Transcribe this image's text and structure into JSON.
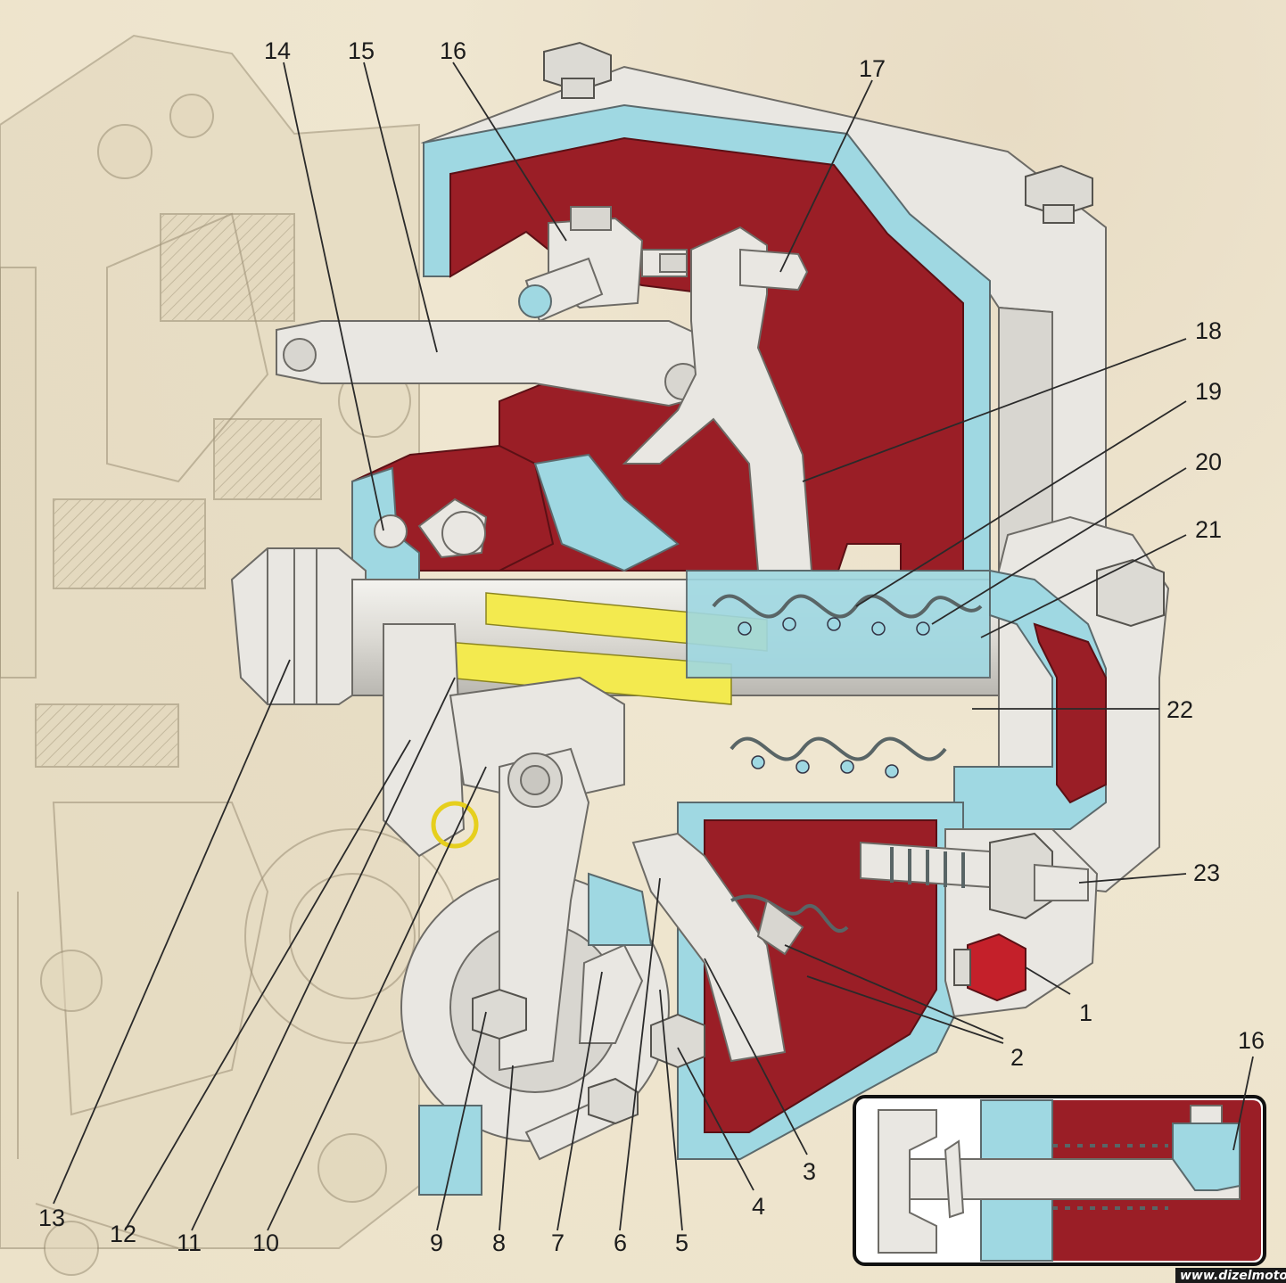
{
  "diagram": {
    "callouts": [
      {
        "id": "1",
        "text": "1"
      },
      {
        "id": "2",
        "text": "2"
      },
      {
        "id": "3",
        "text": "3"
      },
      {
        "id": "4",
        "text": "4"
      },
      {
        "id": "5",
        "text": "5"
      },
      {
        "id": "6",
        "text": "6"
      },
      {
        "id": "7",
        "text": "7"
      },
      {
        "id": "8",
        "text": "8"
      },
      {
        "id": "9",
        "text": "9"
      },
      {
        "id": "10",
        "text": "10"
      },
      {
        "id": "11",
        "text": "11"
      },
      {
        "id": "12",
        "text": "12"
      },
      {
        "id": "13",
        "text": "13"
      },
      {
        "id": "14",
        "text": "14"
      },
      {
        "id": "15",
        "text": "15"
      },
      {
        "id": "16",
        "text": "16"
      },
      {
        "id": "17",
        "text": "17"
      },
      {
        "id": "18",
        "text": "18"
      },
      {
        "id": "19",
        "text": "19"
      },
      {
        "id": "20",
        "text": "20"
      },
      {
        "id": "21",
        "text": "21"
      },
      {
        "id": "22",
        "text": "22"
      },
      {
        "id": "23",
        "text": "23"
      }
    ],
    "inset": {
      "callout": "16"
    },
    "watermark": "www.dizelmotor.in",
    "colors": {
      "section_cut": "#9fd8e2",
      "housing_interior": "#9a1e26",
      "metal": "#e9e7e2",
      "highlight_channel": "#f3ea4f",
      "background": "#efe6d0"
    }
  }
}
